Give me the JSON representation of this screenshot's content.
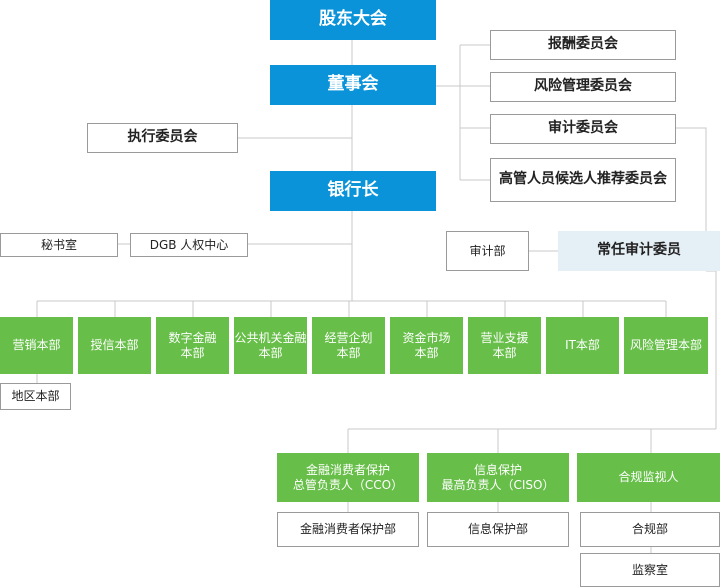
{
  "top": {
    "shareholders": "股东大会",
    "board": "董事会",
    "ceo": "银行长",
    "executive_committee": "执行委员会"
  },
  "board_committees": [
    "报酬委员会",
    "风险管理委员会",
    "审计委员会",
    "高管人员候选人推荐委员会"
  ],
  "audit": {
    "standing_auditor": "常任审计委员",
    "audit_department": "审计部"
  },
  "ceo_staff": {
    "secretariat": "秘书室",
    "dgb_center": "DGB 人权中心"
  },
  "divisions": [
    "营销本部",
    "授信本部",
    "数字金融\n本部",
    "公共机关金融\n本部",
    "经营企划\n本部",
    "资金市场\n本部",
    "营业支援\n本部",
    "IT本部",
    "风险管理本部"
  ],
  "regional": "地区本部",
  "compliance_officers": [
    "金融消费者保护\n总管负责人（CCO）",
    "信息保护\n最高负责人（CISO）",
    "合规监视人"
  ],
  "compliance_units": {
    "consumer_protection": "金融消费者保护部",
    "info_protection": "信息保护部",
    "compliance": "合规部",
    "inspection": "监察室"
  },
  "colors": {
    "blue": "#0a93d9",
    "green": "#67bf49",
    "light": "#e5eff6",
    "line": "#c8c8c8"
  }
}
